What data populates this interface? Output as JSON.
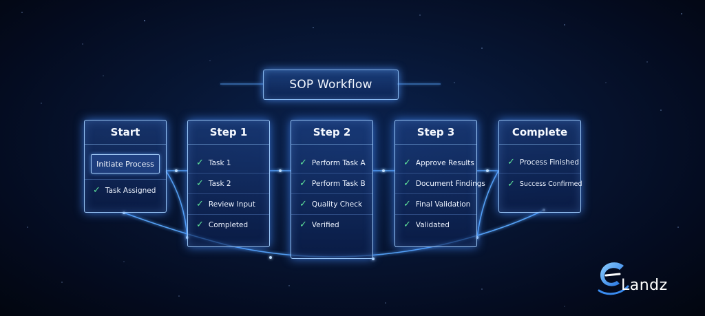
{
  "title": "SOP Workflow",
  "cards": [
    {
      "id": "start",
      "title": "Start",
      "button": "Initiate Process",
      "items": [
        "Task Assigned"
      ]
    },
    {
      "id": "step1",
      "title": "Step 1",
      "items": [
        "Task 1",
        "Task 2",
        "Review Input",
        "Completed"
      ]
    },
    {
      "id": "step2",
      "title": "Step 2",
      "items": [
        "Perform Task A",
        "Perform Task B",
        "Quality Check",
        "Verified"
      ]
    },
    {
      "id": "step3",
      "title": "Step 3",
      "items": [
        "Approve Results",
        "Document Findings",
        "Final Validation",
        "Validated"
      ]
    },
    {
      "id": "complete",
      "title": "Complete",
      "items": [
        "Process Finished",
        "Success Confirmed"
      ]
    }
  ],
  "logo": {
    "text": "Landz"
  },
  "icons": {
    "check": "check-icon",
    "logo": "landz-logo-icon"
  },
  "colors": {
    "accent": "#4a9dff",
    "check": "#5fe39a",
    "background": "#061433"
  }
}
